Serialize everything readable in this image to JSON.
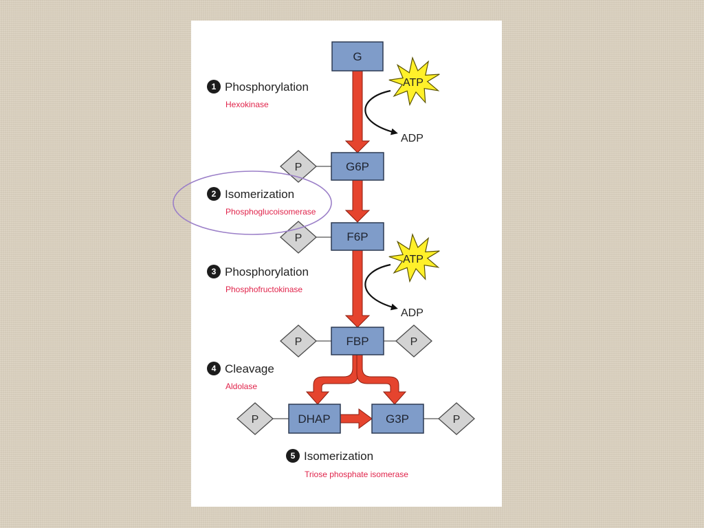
{
  "molecules": {
    "g": "G",
    "g6p": "G6P",
    "f6p": "F6P",
    "fbp": "FBP",
    "dhap": "DHAP",
    "g3p": "G3P"
  },
  "phosphate_label": "P",
  "cofactors": {
    "atp": "ATP",
    "adp": "ADP"
  },
  "steps": [
    {
      "number": "1",
      "name": "Phosphorylation",
      "enzyme": "Hexokinase"
    },
    {
      "number": "2",
      "name": "Isomerization",
      "enzyme": "Phosphoglucoisomerase"
    },
    {
      "number": "3",
      "name": "Phosphorylation",
      "enzyme": "Phosphofructokinase"
    },
    {
      "number": "4",
      "name": "Cleavage",
      "enzyme": "Aldolase"
    },
    {
      "number": "5",
      "name": "Isomerization",
      "enzyme": "Triose phosphate isomerase"
    }
  ],
  "highlight": {
    "target_step": "2",
    "color": "#9b7fc8"
  },
  "colors": {
    "molecule_box": "#7f9cc9",
    "arrow": "#e5442e",
    "enzyme_text": "#e0234a",
    "atp_star": "#fff02a",
    "background": "#d9cfbc"
  }
}
